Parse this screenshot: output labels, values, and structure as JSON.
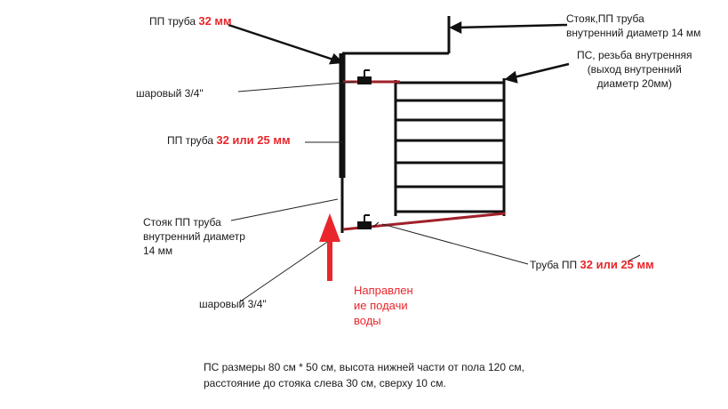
{
  "labels": {
    "pp_top": {
      "text": "ПП труба ",
      "highlight": "32 мм"
    },
    "riser_top": {
      "line1": "Стояк,ПП труба",
      "line2": "внутренний диаметр 14 мм"
    },
    "ps_thread": {
      "line1": "ПС, резьба внутренняя",
      "line2": "(выход внутренний",
      "line3": "диаметр 20мм)"
    },
    "ball_valve_top": "шаровый 3/4\"",
    "pp_mid": {
      "text": "ПП труба ",
      "highlight": "32 или 25 мм"
    },
    "riser_bottom": {
      "line1": "Стояк ПП труба",
      "line2": "внутренний диаметр",
      "line3": "14 мм"
    },
    "pp_bottom": {
      "text": "Труба ПП ",
      "highlight": "32 или 25 мм"
    },
    "ball_valve_bottom": "шаровый 3/4\"",
    "flow": {
      "line1": "Направлен",
      "line2": "ие подачи",
      "line3": "воды"
    },
    "note": {
      "line1": "ПС размеры  80 см  *  50 см, высота нижней части  от пола 120 см,",
      "line2": "расстояние до стояка слева 30 см, сверху 10 см."
    }
  },
  "colors": {
    "pipe": "#111111",
    "connection": "#a0202a",
    "arrow": "#e8262b",
    "text": "#1a1a1a"
  }
}
